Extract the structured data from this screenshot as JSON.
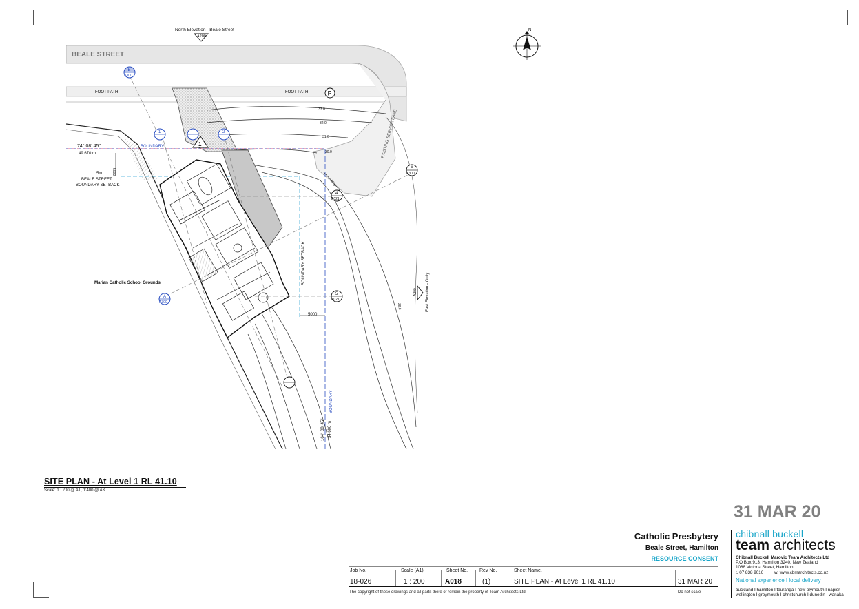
{
  "plan": {
    "street_name": "BEALE STREET",
    "north_elevation_label": "North Elevation - Beale Street",
    "north_elevation_ref": "A200",
    "east_elevation_label": "East Elevation - Gully",
    "east_elevation_ref": "A200",
    "foot_path_1": "FOOT PATH",
    "foot_path_2": "FOOT PATH",
    "parking_symbol": "P",
    "north_symbol": "N",
    "section_ref_sheet": "A300",
    "section_b_letter": "B",
    "section_a_letter": "A",
    "detail_ref_sheet": "A021",
    "detail_4": "4",
    "detail_5": "5",
    "section_1": "1",
    "section_2": "2",
    "boundary_label": "BOUNDARY",
    "boundary_angle": "74° 08' 45\"",
    "boundary_length": "49.670 m",
    "setback_5m": "5m",
    "setback_5000": "5000",
    "beale_setback_1": "BEALE STREET",
    "beale_setback_2": "BOUNDARY SETBACK",
    "boundary_setback_vertical": "BOUNDARY SETBACK",
    "service_lane": "EXISTING SERVICE LANE",
    "school_grounds": "Marian Catholic School Grounds",
    "contours": [
      "33.0",
      "32.0",
      "31.0",
      "30.0",
      "29.0",
      "28.0",
      "29.0"
    ],
    "boundary_bottom_angle": "164° 08' 45\"",
    "boundary_bottom_len": "34.600 m",
    "boundary_bottom_label": "BOUNDARY"
  },
  "sheet_title": "SITE PLAN - At Level 1 RL 41.10",
  "sheet_scale_note": "Scale: 1 : 200 @ A1, 1:400 @ A3",
  "date_stamp": "31 MAR 20",
  "project": {
    "name": "Catholic Presbytery",
    "location": "Beale Street, Hamilton",
    "stage": "RESOURCE CONSENT"
  },
  "title_block": {
    "job_no_label": "Job No.",
    "job_no": "18-026",
    "scale_label": "Scale (A1):",
    "scale": "1 : 200",
    "sheet_no_label": "Sheet No.",
    "sheet_no": "A018",
    "rev_no_label": "Rev No.",
    "rev_no": "(1)",
    "sheet_name_label": "Sheet Name.",
    "sheet_name": "SITE PLAN - At Level 1 RL 41.10",
    "date": "31 MAR 20",
    "copyright": "The copyright of these drawings and all parts there of remain the property of Team Architects Ltd",
    "do_not_scale": "Do not scale"
  },
  "firm": {
    "name_line1": "chibnall buckell",
    "name_bold": "team",
    "name_rest": " architects",
    "legal": "Chibnall Buckell Marovic Team Architects Ltd",
    "addr1": "P.O Box 913, Hamilton 3240, New Zealand",
    "addr2": "1088 Victoria Street, Hamilton",
    "phone": "t. 07 838 9016",
    "web": "w. www.cbmarchitects.co.nz",
    "tagline": "National experience I local delivery",
    "cities1": "auckland I hamilton I tauranga I new plymouth I napier",
    "cities2": "wellington I greymouth I christchurch I dunedin I wanaka"
  },
  "colors": {
    "accent": "#1aa6c9",
    "grey_date": "#808080",
    "section_blue": "#2b4fc2",
    "setback_cyan": "#3aa9d6",
    "boundary_magenta": "#d0245b"
  }
}
